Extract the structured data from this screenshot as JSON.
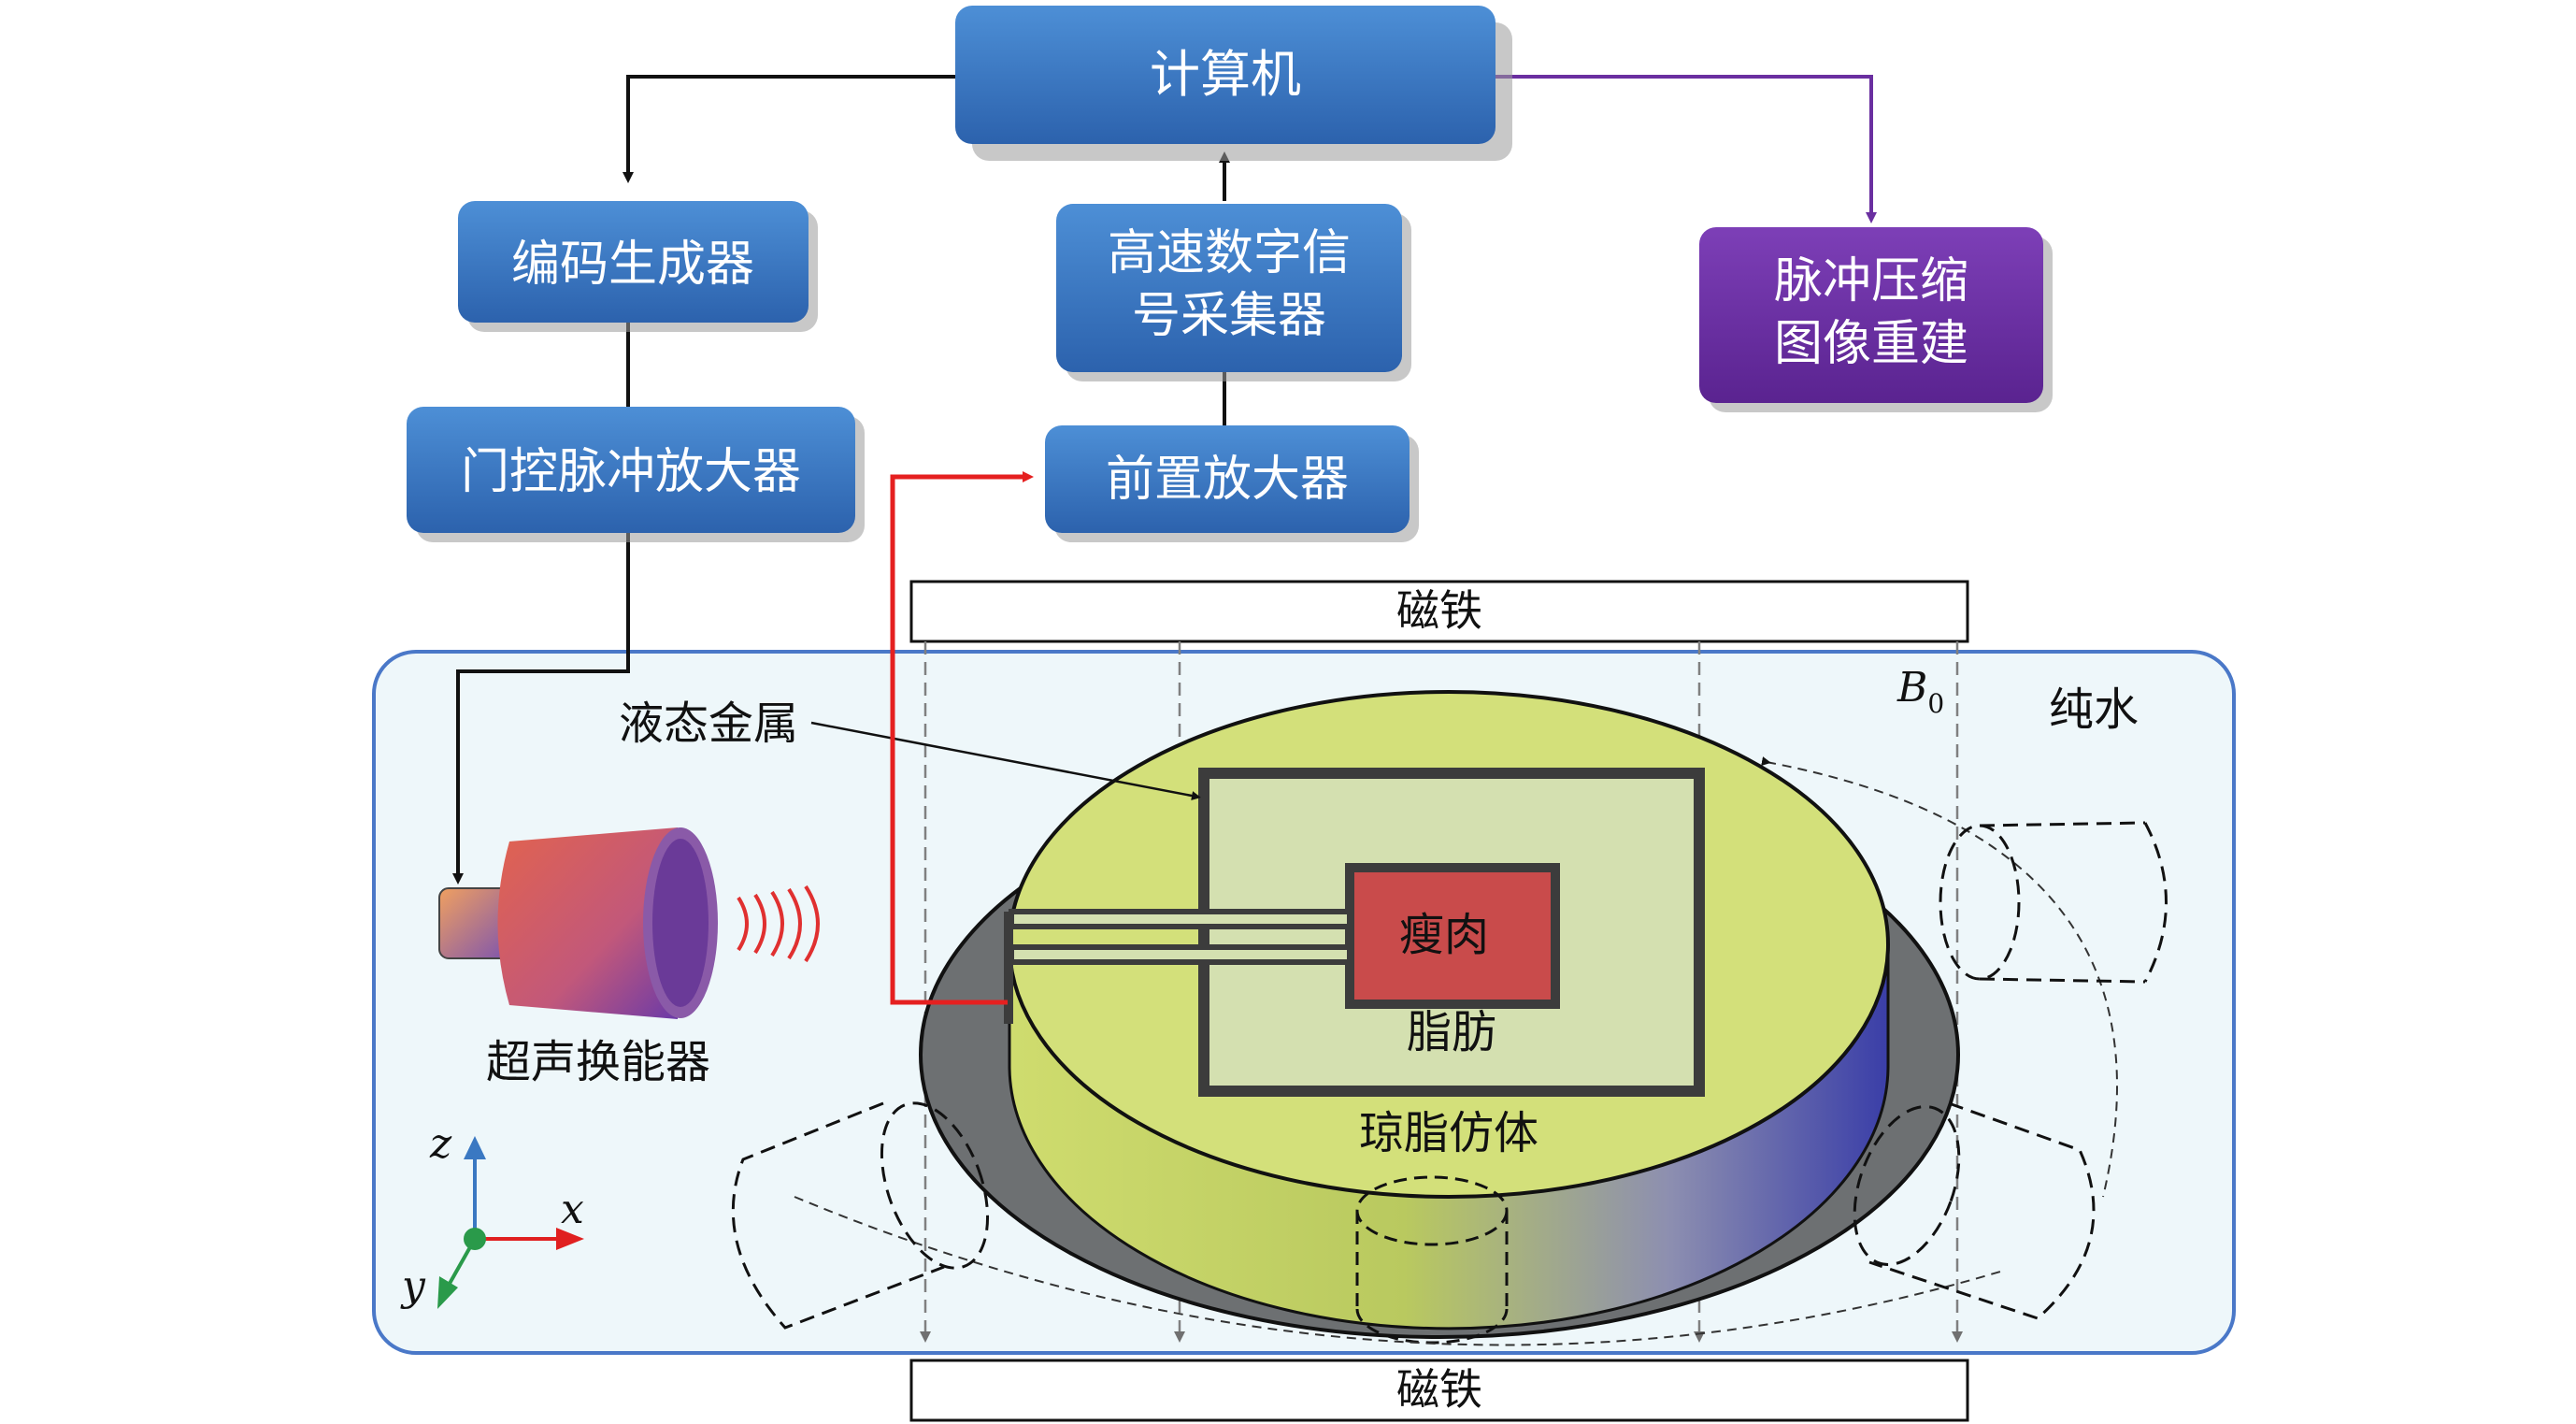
{
  "blocks": {
    "computer": "计算机",
    "encoder": "编码生成器",
    "gated_amp": "门控脉冲放大器",
    "daq_line1": "高速数字信",
    "daq_line2": "号采集器",
    "preamp": "前置放大器",
    "recon_line1": "脉冲压缩",
    "recon_line2": "图像重建"
  },
  "labels": {
    "magnet_top": "磁铁",
    "magnet_bottom": "磁铁",
    "liquid_metal": "液态金属",
    "field_symbol": "B",
    "field_subscript": "0",
    "pure_water": "纯水",
    "lean_meat": "瘦肉",
    "fat": "脂肪",
    "agar_phantom": "琼脂仿体",
    "transducer": "超声换能器"
  },
  "axes": {
    "z": "z",
    "x": "x",
    "y": "y"
  },
  "colors": {
    "block_blue": "#3a78c2",
    "block_purple": "#6a2fa0",
    "water_tank": "#eef7fa",
    "tank_border": "#4a78c8",
    "phantom_top": "#d3e07a",
    "lean_meat": "#c94b4b",
    "fat_region": "#d4e0b0",
    "signal_wire": "#e52020",
    "recon_link": "#6a2fa0"
  }
}
